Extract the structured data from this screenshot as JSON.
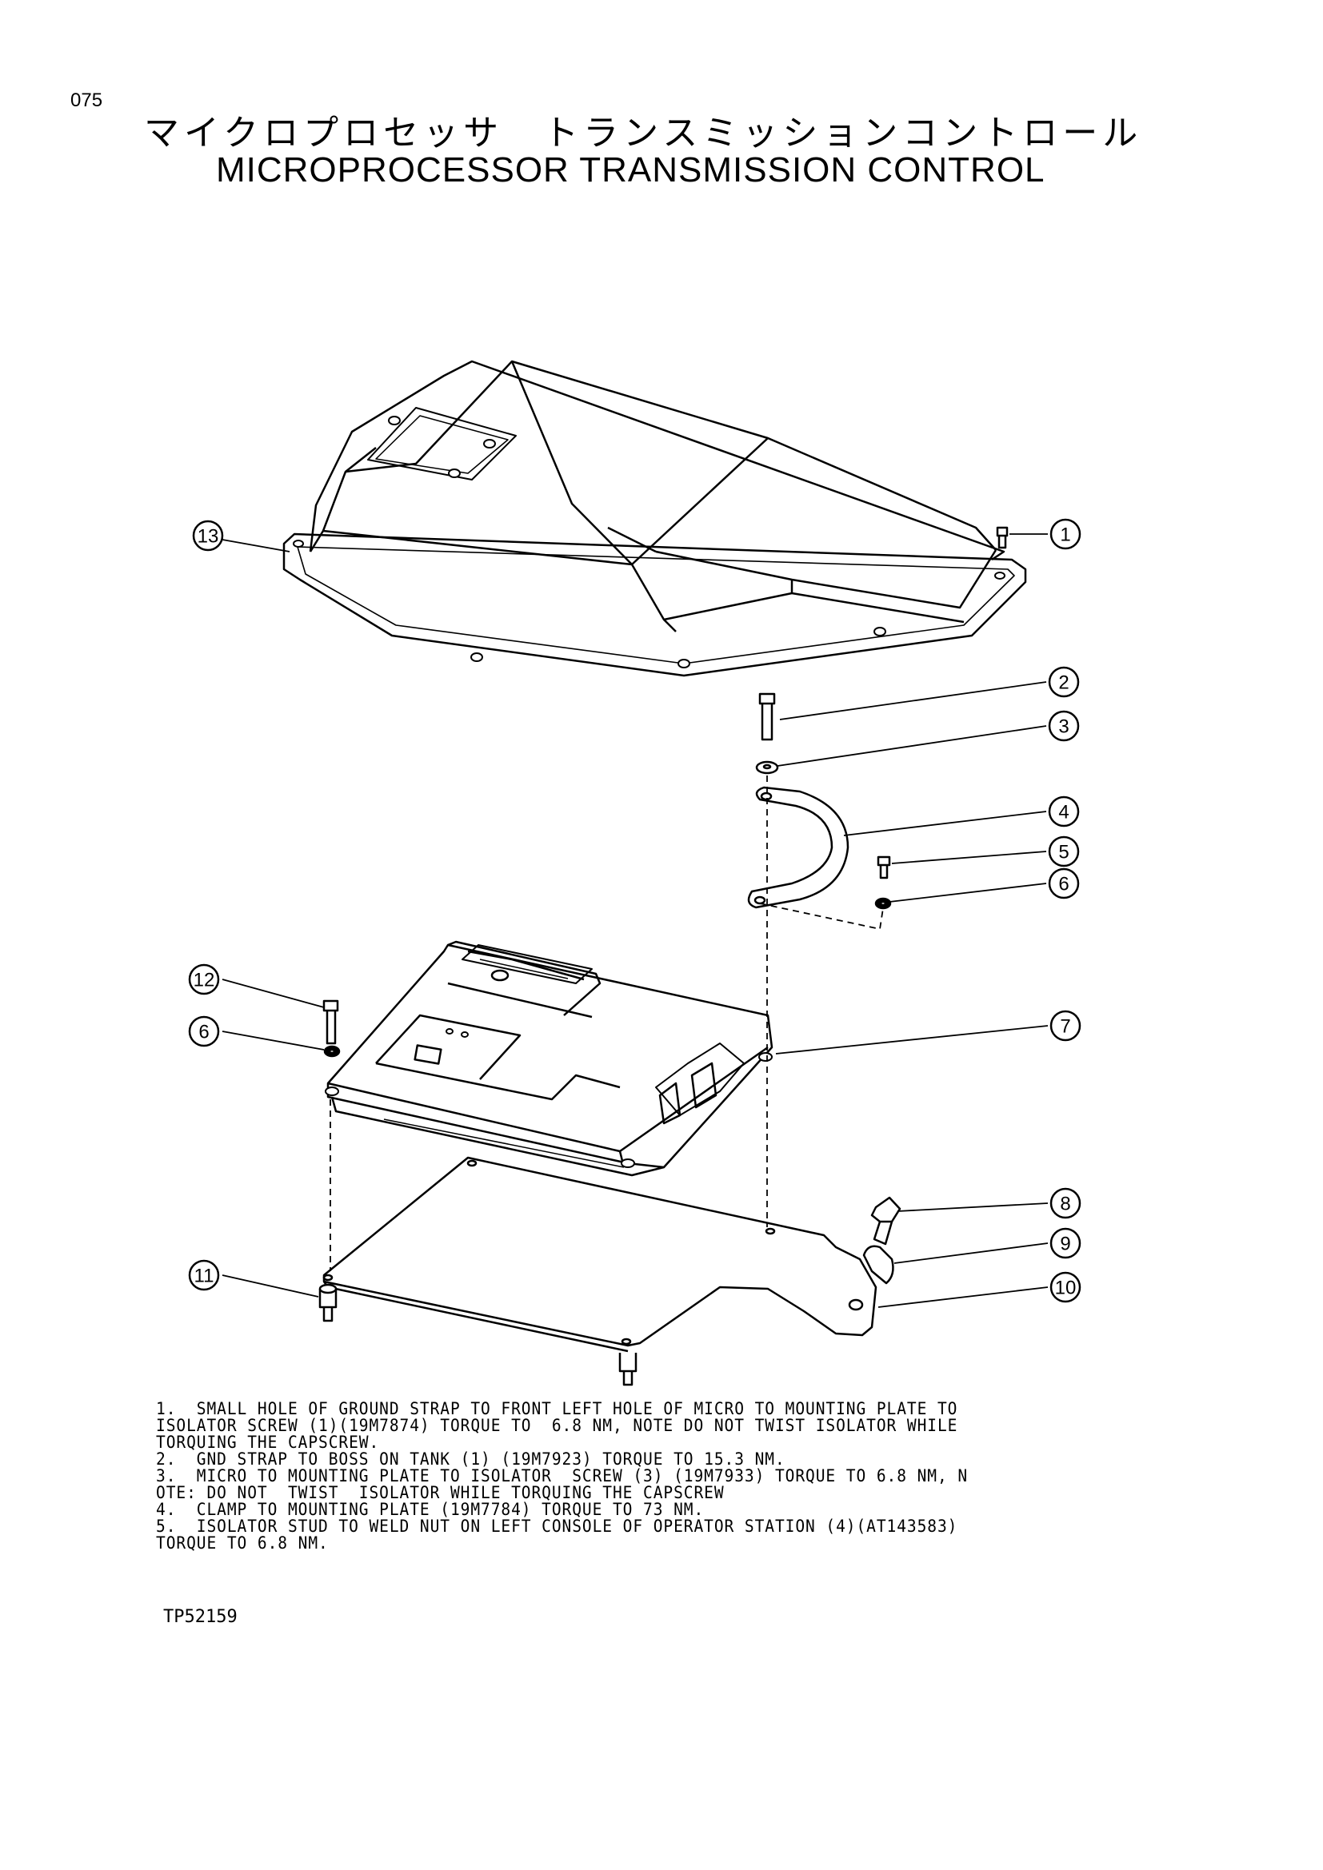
{
  "page": {
    "number": "075",
    "title_jp": "マイクロプロセッサ　トランスミッションコントロール",
    "title_en": "MICROPROCESSOR TRANSMISSION CONTROL"
  },
  "callouts": [
    "1",
    "2",
    "3",
    "4",
    "5",
    "6",
    "7",
    "8",
    "9",
    "10",
    "11",
    "12",
    "13"
  ],
  "notes": [
    "1.  SMALL HOLE OF GROUND STRAP TO FRONT LEFT HOLE OF MICRO TO MOUNTING PLATE TO",
    "ISOLATOR SCREW (1)(19M7874) TORQUE TO  6.8 NM, NOTE DO NOT TWIST ISOLATOR WHILE",
    "TORQUING THE CAPSCREW.",
    "2.  GND STRAP TO BOSS ON TANK (1) (19M7923) TORQUE TO 15.3 NM.",
    "3.  MICRO TO MOUNTING PLATE TO ISOLATOR  SCREW (3) (19M7933) TORQUE TO 6.8 NM, N",
    "OTE: DO NOT  TWIST  ISOLATOR WHILE TORQUING THE CAPSCREW",
    "4.  CLAMP TO MOUNTING PLATE (19M7784) TORQUE TO 73 NM.",
    "5.  ISOLATOR STUD TO WELD NUT ON LEFT CONSOLE OF OPERATOR STATION (4)(AT143583)",
    "TORQUE TO 6.8 NM."
  ],
  "part_code": "TP52159"
}
